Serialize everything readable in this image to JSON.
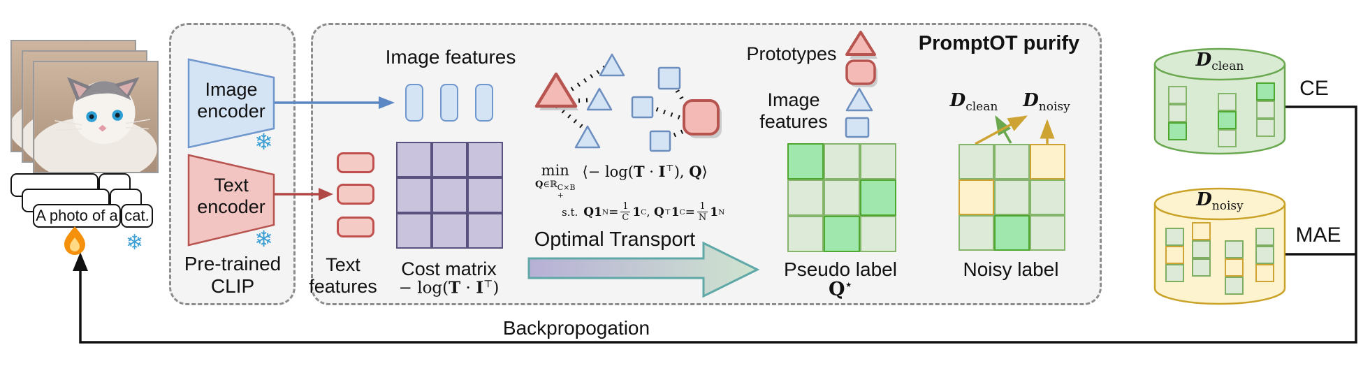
{
  "colors": {
    "box_fill": "#f4f4f4",
    "box_border": "#8c8c8c",
    "blue_fill": "#d4e4f5",
    "blue_border": "#6f97cd",
    "pink_fill": "#f5cbc6",
    "pink_border": "#c0504d",
    "red_proto_fill": "#f3bab6",
    "red_proto_border": "#b85450",
    "purple_fill": "#c9c3de",
    "purple_border": "#5a527e",
    "green_dark": "#a0e7ae",
    "green_light": "#dcead7",
    "yellow": "#fdf2cb",
    "yellow_border": "#cda434",
    "teal_arrow_border": "#5fa8a8",
    "clean_db": "#daebd4",
    "clean_db_border": "#6aa84f",
    "noisy_db": "#fdf3cf",
    "noisy_db_border": "#c9a227",
    "snowflake_blue": "#3d9fd3",
    "line_black": "#111111"
  },
  "input": {
    "prompt_prefix": "A photo of a",
    "prompt_class": "cat."
  },
  "icons": {
    "snowflake": "❄",
    "fire": "flame"
  },
  "clip": {
    "box_line1": "Pre-trained",
    "box_line2": "CLIP",
    "image_encoder_line1": "Image",
    "image_encoder_line2": "encoder",
    "text_encoder_line1": "Text",
    "text_encoder_line2": "encoder"
  },
  "features": {
    "image_label": "Image features",
    "text_line1": "Text",
    "text_line2": "features"
  },
  "cost_matrix": {
    "label": "Cost matrix",
    "formula_prefix": "− log(",
    "formula_T": "T",
    "formula_dot": " · ",
    "formula_I": "I",
    "formula_sup": "⊤",
    "formula_suffix": ")",
    "grid": [
      "p",
      "p",
      "p",
      "p",
      "p",
      "p",
      "p",
      "p",
      "p"
    ]
  },
  "ot_formula": {
    "min": "min",
    "sub_Q": "Q",
    "sub_in": "∈ℝ",
    "sub_plus": "+",
    "sub_exp": "C×B",
    "obj_open": "⟨− log(",
    "obj_T": "T",
    "obj_dot": " · ",
    "obj_I": "I",
    "obj_sup": "⊤",
    "obj_mid": "), ",
    "obj_Q": "Q",
    "obj_close": "⟩",
    "st": "s.t.",
    "c1_Q1": "Q1",
    "c1_sub": "N",
    "c1_eq": " = ",
    "c1_num": "1",
    "c1_den": "C",
    "c1_one": "1",
    "c1_onesub": "C",
    "comma": ", ",
    "c2_Q": "Q",
    "c2_sup": "⊤",
    "c2_one": "1",
    "c2_onesub": "C",
    "c2_eq": " = ",
    "c2_num": "1",
    "c2_den": "N",
    "c2_one2": "1",
    "c2_one2sub": "N"
  },
  "ot_arrow_label": "Optimal Transport",
  "promptot_title": "PromptOT purify",
  "legend": {
    "prototypes": "Prototypes",
    "image_line1": "Image",
    "image_line2": "features"
  },
  "pseudo": {
    "label": "Pseudo label",
    "symbol": "Q",
    "symbol_sup": "⋆",
    "grid": [
      "dark",
      "light",
      "light",
      "light",
      "light",
      "dark",
      "light",
      "dark",
      "light"
    ]
  },
  "noisy": {
    "label": "Noisy label",
    "grid": [
      "light",
      "light",
      "yellow",
      "yellow",
      "light",
      "light",
      "light",
      "dark",
      "light"
    ],
    "d_clean_D": "D",
    "d_clean_sub": "clean",
    "d_noisy_D": "D",
    "d_noisy_sub": "noisy"
  },
  "databases": {
    "clean": {
      "name_D": "D",
      "name_sub": "clean",
      "loss": "CE",
      "columns": [
        [
          "light",
          "light",
          "dark"
        ],
        [
          "light",
          "dark",
          "light"
        ],
        [
          "dark",
          "light",
          "light"
        ]
      ]
    },
    "noisy": {
      "name_D": "D",
      "name_sub": "noisy",
      "loss": "MAE",
      "columns": [
        [
          "green",
          "yellow",
          "green"
        ],
        [
          "yellow",
          "green",
          "green"
        ],
        [
          "green",
          "yellow",
          "green"
        ],
        [
          "green",
          "green",
          "yellow"
        ]
      ]
    }
  },
  "backprop_label": "Backpropogation"
}
